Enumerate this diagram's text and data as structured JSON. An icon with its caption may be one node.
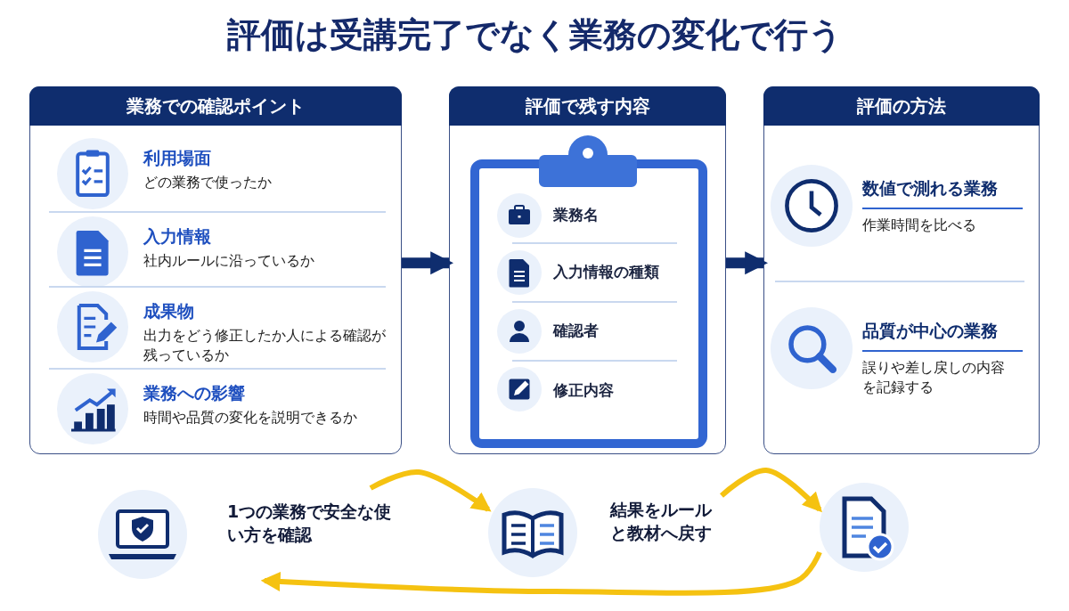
{
  "diagram": {
    "title": "評価は受講完了でなく業務の変化で行う",
    "nodes": [
      {
        "text": [
          "業務での確認ポイント"
        ]
      },
      {
        "text": [
          "利用場面",
          "どの業務で使ったか"
        ],
        "in": 0
      },
      {
        "text": [
          "入力情報",
          "社内ルールに沿っているか"
        ],
        "in": 0
      },
      {
        "text": [
          "成果物",
          "出力をどう修正したか人による確認が残っているか"
        ],
        "in": 0
      },
      {
        "text": [
          "業務への影響",
          "時間や品質の変化を説明できるか"
        ],
        "in": 0
      },
      {
        "text": [
          "評価で残す内容"
        ]
      },
      {
        "text": [
          "業務名"
        ],
        "in": 5
      },
      {
        "text": [
          "入力情報の種類"
        ],
        "in": 5
      },
      {
        "text": [
          "確認者"
        ],
        "in": 5
      },
      {
        "text": [
          "修正内容"
        ],
        "in": 5
      },
      {
        "text": [
          "評価の方法"
        ]
      },
      {
        "text": [
          "数値で測れる業務",
          "作業時間を比べる"
        ],
        "in": 10
      },
      {
        "text": [
          "品質が中心の業務",
          "誤りや差し戻しの内容を記録する"
        ],
        "in": 10
      },
      {
        "text": [
          "1つの業務で安全な使い方を確認"
        ]
      },
      {
        "text": [
          "結果をルールと教材へ戻す"
        ]
      },
      {
        "text": [],
        "shape": "circle"
      }
    ],
    "edges": [
      {
        "from": 0,
        "to": 5,
        "arrow": "to",
        "style": "thick",
        "color": "#0f2d6e"
      },
      {
        "from": 5,
        "to": 10,
        "arrow": "to",
        "style": "thick",
        "color": "#0f2d6e"
      },
      {
        "from": 13,
        "to": 14,
        "arrow": "to"
      },
      {
        "from": 14,
        "to": 15,
        "arrow": "to"
      },
      {
        "from": 15,
        "to": 13,
        "arrow": "to"
      }
    ]
  }
}
